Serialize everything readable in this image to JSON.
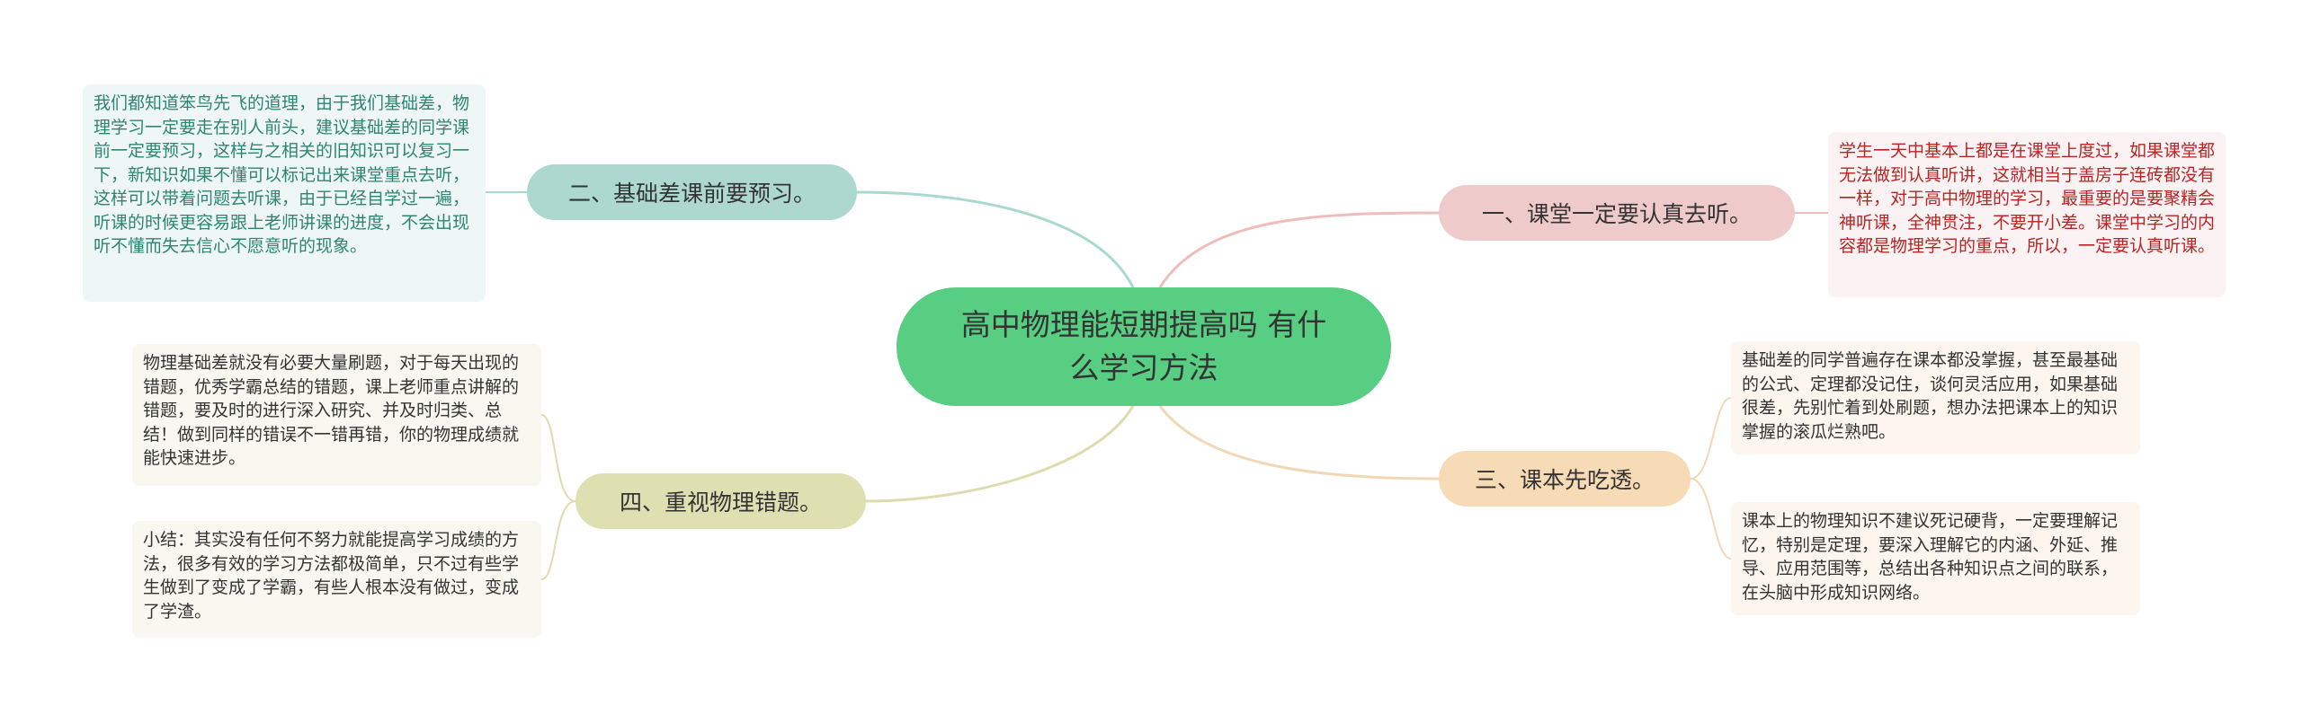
{
  "root": {
    "title": "高中物理能短期提高吗 有什么学习方法"
  },
  "branches": [
    {
      "label": "一、课堂一定要认真去听。",
      "color": "#efcaca",
      "leaves": [
        "学生一天中基本上都是在课堂上度过，如果课堂都无法做到认真听讲，这就相当于盖房子连砖都没有一样，对于高中物理的学习，最重要的是要聚精会神听课，全神贯注，不要开小差。课堂中学习的内容都是物理学习的重点，所以，一定要认真听课。"
      ]
    },
    {
      "label": "二、基础差课前要预习。",
      "color": "#acd8d0",
      "leaves": [
        "我们都知道笨鸟先飞的道理，由于我们基础差，物理学习一定要走在别人前头，建议基础差的同学课前一定要预习，这样与之相关的旧知识可以复习一下，新知识如果不懂可以标记出来课堂重点去听，这样可以带着问题去听课，由于已经自学过一遍，听课的时候更容易跟上老师讲课的进度，不会出现听不懂而失去信心不愿意听的现象。"
      ]
    },
    {
      "label": "三、课本先吃透。",
      "color": "#f7dab6",
      "leaves": [
        "基础差的同学普遍存在课本都没掌握，甚至最基础的公式、定理都没记住，谈何灵活应用，如果基础很差，先别忙着到处刷题，想办法把课本上的知识掌握的滚瓜烂熟吧。",
        "课本上的物理知识不建议死记硬背，一定要理解记忆，特别是定理，要深入理解它的内涵、外延、推导、应用范围等，总结出各种知识点之间的联系，在头脑中形成知识网络。"
      ]
    },
    {
      "label": "四、重视物理错题。",
      "color": "#dfe0b2",
      "leaves": [
        "物理基础差就没有必要大量刷题，对于每天出现的错题，优秀学霸总结的错题，课上老师重点讲解的错题，要及时的进行深入研究、并及时归类、总结！做到同样的错误不一错再错，你的物理成绩就能快速进步。",
        "小结：其实没有任何不努力就能提高学习成绩的方法，很多有效的学习方法都极简单，只不过有些学生做到了变成了学霸，有些人根本没有做过，变成了学渣。"
      ]
    }
  ],
  "colors": {
    "root": "#57ce81",
    "link_1": "#efbcbc",
    "link_2": "#a8d9cf",
    "link_3": "#f2d7b4",
    "link_4": "#dcdcae"
  }
}
